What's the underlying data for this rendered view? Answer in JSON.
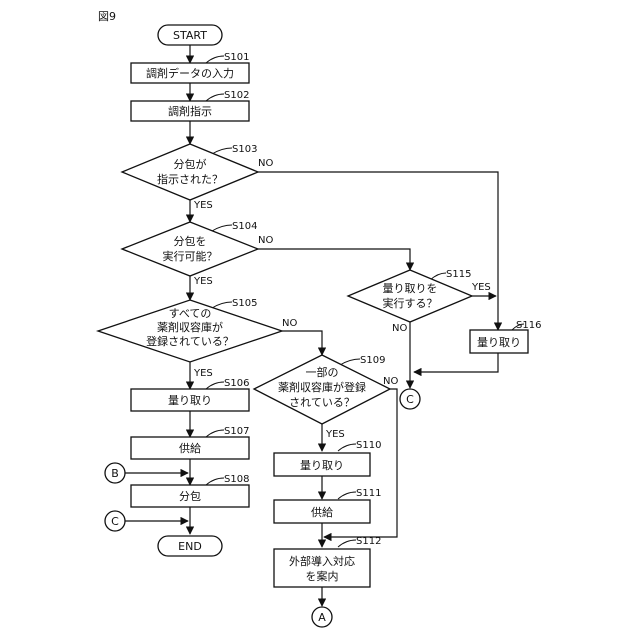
{
  "figure_label": "図9",
  "nodes": {
    "start": {
      "label": "START"
    },
    "s101": {
      "step": "S101",
      "label": "調剤データの入力"
    },
    "s102": {
      "step": "S102",
      "label": "調剤指示"
    },
    "s103": {
      "step": "S103",
      "line1": "分包が",
      "line2": "指示された？"
    },
    "s104": {
      "step": "S104",
      "line1": "分包を",
      "line2": "実行可能？"
    },
    "s105": {
      "step": "S105",
      "line1": "すべての",
      "line2": "薬剤収容庫が",
      "line3": "登録されている？"
    },
    "s106": {
      "step": "S106",
      "label": "量り取り"
    },
    "s107": {
      "step": "S107",
      "label": "供給"
    },
    "s108": {
      "step": "S108",
      "label": "分包"
    },
    "end": {
      "label": "END"
    },
    "s109": {
      "step": "S109",
      "line1": "一部の",
      "line2": "薬剤収容庫が登録",
      "line3": "されている？"
    },
    "s110": {
      "step": "S110",
      "label": "量り取り"
    },
    "s111": {
      "step": "S111",
      "label": "供給"
    },
    "s112": {
      "step": "S112",
      "line1": "外部導入対応",
      "line2": "を案内"
    },
    "s115": {
      "step": "S115",
      "line1": "量り取りを",
      "line2": "実行する？"
    },
    "s116": {
      "step": "S116",
      "label": "量り取り"
    }
  },
  "connectors": {
    "a": "A",
    "b": "B",
    "c": "C"
  },
  "branch_labels": {
    "yes": "YES",
    "no": "NO"
  }
}
